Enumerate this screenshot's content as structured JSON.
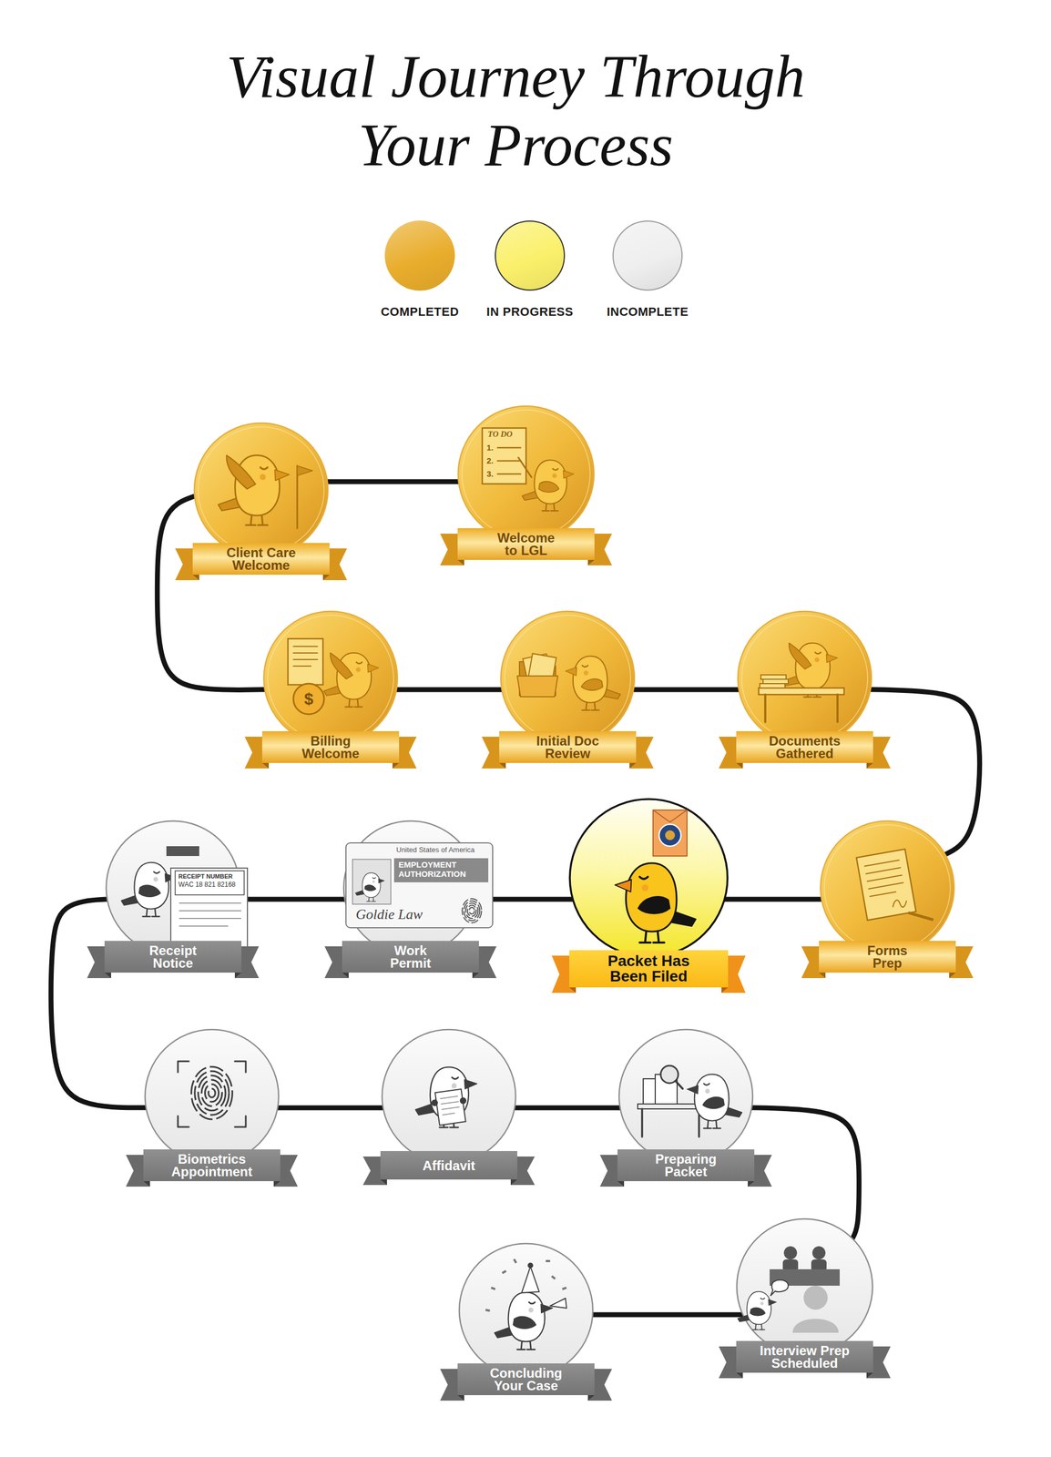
{
  "diagram": {
    "title": "Visual Journey Through Your Process",
    "nodes": [
      {
        "text": [
          "Client Care Welcome"
        ]
      },
      {
        "text": [
          "Welcome to LGL"
        ]
      },
      {
        "text": [
          "Billing Welcome"
        ]
      },
      {
        "text": [
          "Initial Doc Review"
        ]
      },
      {
        "text": [
          "Documents Gathered"
        ]
      },
      {
        "text": [
          "Forms Prep"
        ]
      },
      {
        "text": [
          "Packet Has Been Filed"
        ]
      },
      {
        "text": [
          "Work Permit"
        ]
      },
      {
        "text": [
          "Receipt Notice"
        ]
      },
      {
        "text": [
          "Biometrics Appointment"
        ]
      },
      {
        "text": [
          "Affidavit"
        ]
      },
      {
        "text": [
          "Preparing Packet"
        ]
      },
      {
        "text": [
          "Interview Prep Scheduled"
        ]
      },
      {
        "text": [
          "Concluding Your Case"
        ]
      }
    ],
    "edges": [
      {
        "from": 0,
        "to": 1,
        "arrow": "none"
      },
      {
        "from": 0,
        "to": 2,
        "arrow": "none"
      },
      {
        "from": 2,
        "to": 3,
        "arrow": "none"
      },
      {
        "from": 3,
        "to": 4,
        "arrow": "none"
      },
      {
        "from": 4,
        "to": 5,
        "arrow": "none"
      },
      {
        "from": 5,
        "to": 6,
        "arrow": "none"
      },
      {
        "from": 6,
        "to": 7,
        "arrow": "none"
      },
      {
        "from": 7,
        "to": 8,
        "arrow": "none"
      },
      {
        "from": 8,
        "to": 9,
        "arrow": "none"
      },
      {
        "from": 9,
        "to": 10,
        "arrow": "none"
      },
      {
        "from": 10,
        "to": 11,
        "arrow": "none"
      },
      {
        "from": 11,
        "to": 12,
        "arrow": "none"
      },
      {
        "from": 12,
        "to": 13,
        "arrow": "none"
      }
    ],
    "labels": [
      "TO DO",
      "1.",
      "2.",
      "3.",
      "$",
      "RECEIPT NUMBER",
      "WAC 18 821 82168",
      "United States of America",
      "EMPLOYMENT AUTHORIZATION",
      "Goldie Law"
    ],
    "legend": [
      {
        "text": "COMPLETED",
        "color": "#e9ad2c"
      },
      {
        "text": "IN PROGRESS",
        "color": "#fbf06a"
      },
      {
        "text": "INCOMPLETE",
        "color": "#efefef"
      }
    ]
  }
}
